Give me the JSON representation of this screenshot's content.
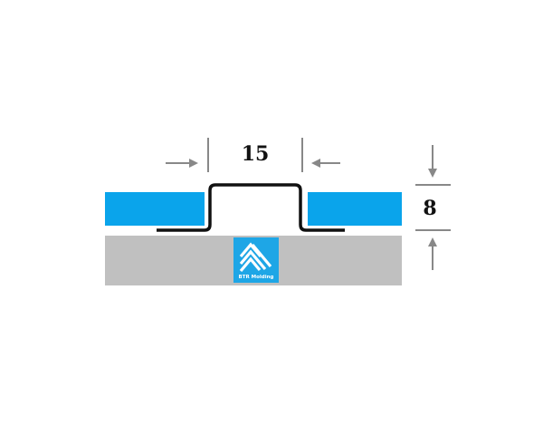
{
  "dimensions": {
    "width_label": "15",
    "height_label": "8"
  },
  "logo": {
    "text": "BTR Molding"
  },
  "colors": {
    "tile": "#0aa4eb",
    "base": "#c0c0c0",
    "profile": "#111111",
    "arrow": "#888888",
    "logo_bg": "#1ea6e6"
  }
}
